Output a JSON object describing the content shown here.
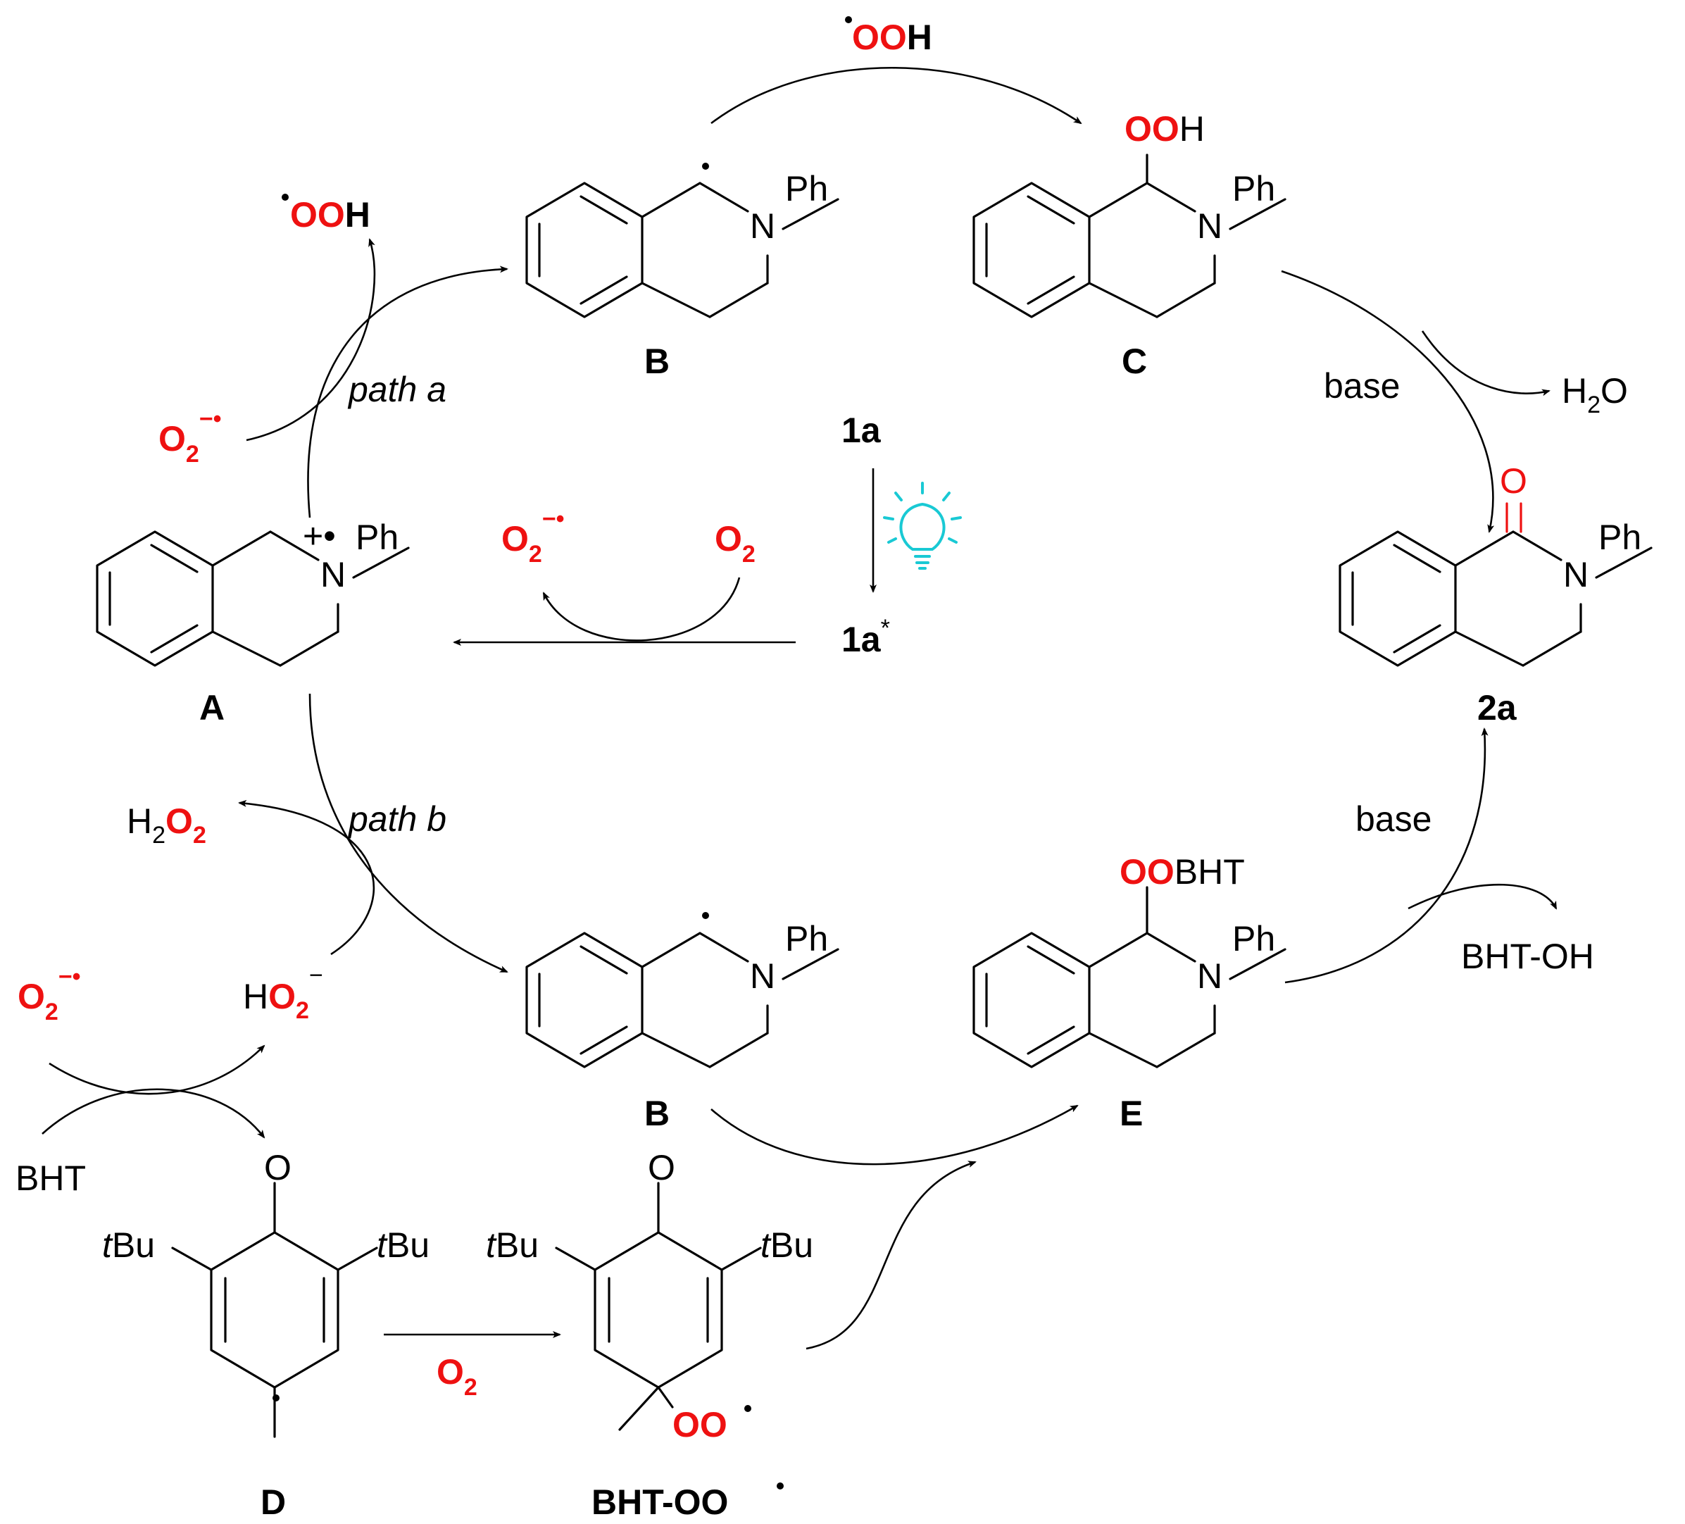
{
  "labels": {
    "B_top": "B",
    "C": "C",
    "A": "A",
    "B_bottom": "B",
    "E": "E",
    "D": "D",
    "BHT_OO": "BHT-OO",
    "comp_2a": "2a",
    "comp_1a": "1a",
    "comp_1a_star": "1a",
    "star": "*",
    "path_a": "path a",
    "path_b": "path b",
    "base_1": "base",
    "base_2": "base"
  },
  "species": {
    "OOH": "OO",
    "H": "H",
    "O2": "O",
    "sub2": "2",
    "superoxide_charge": "−•",
    "H2O": "H",
    "O_letter": "O",
    "H2O2_H": "H",
    "HO2_H": "H",
    "HO2_charge": "−",
    "BHT": "BHT",
    "BHT_OH": "BHT-OH",
    "Ph": "Ph",
    "N": "N",
    "O_atom": "O",
    "tBu_t": "t",
    "tBu_Bu": "Bu",
    "OO_red": "OO",
    "BHT_suffix": "BHT",
    "radical_cation": "+•"
  },
  "colors": {
    "accent_red": "#ee1111",
    "bulb": "#19c9d4",
    "ink": "#000000"
  },
  "icons": [
    "light-bulb-icon"
  ]
}
